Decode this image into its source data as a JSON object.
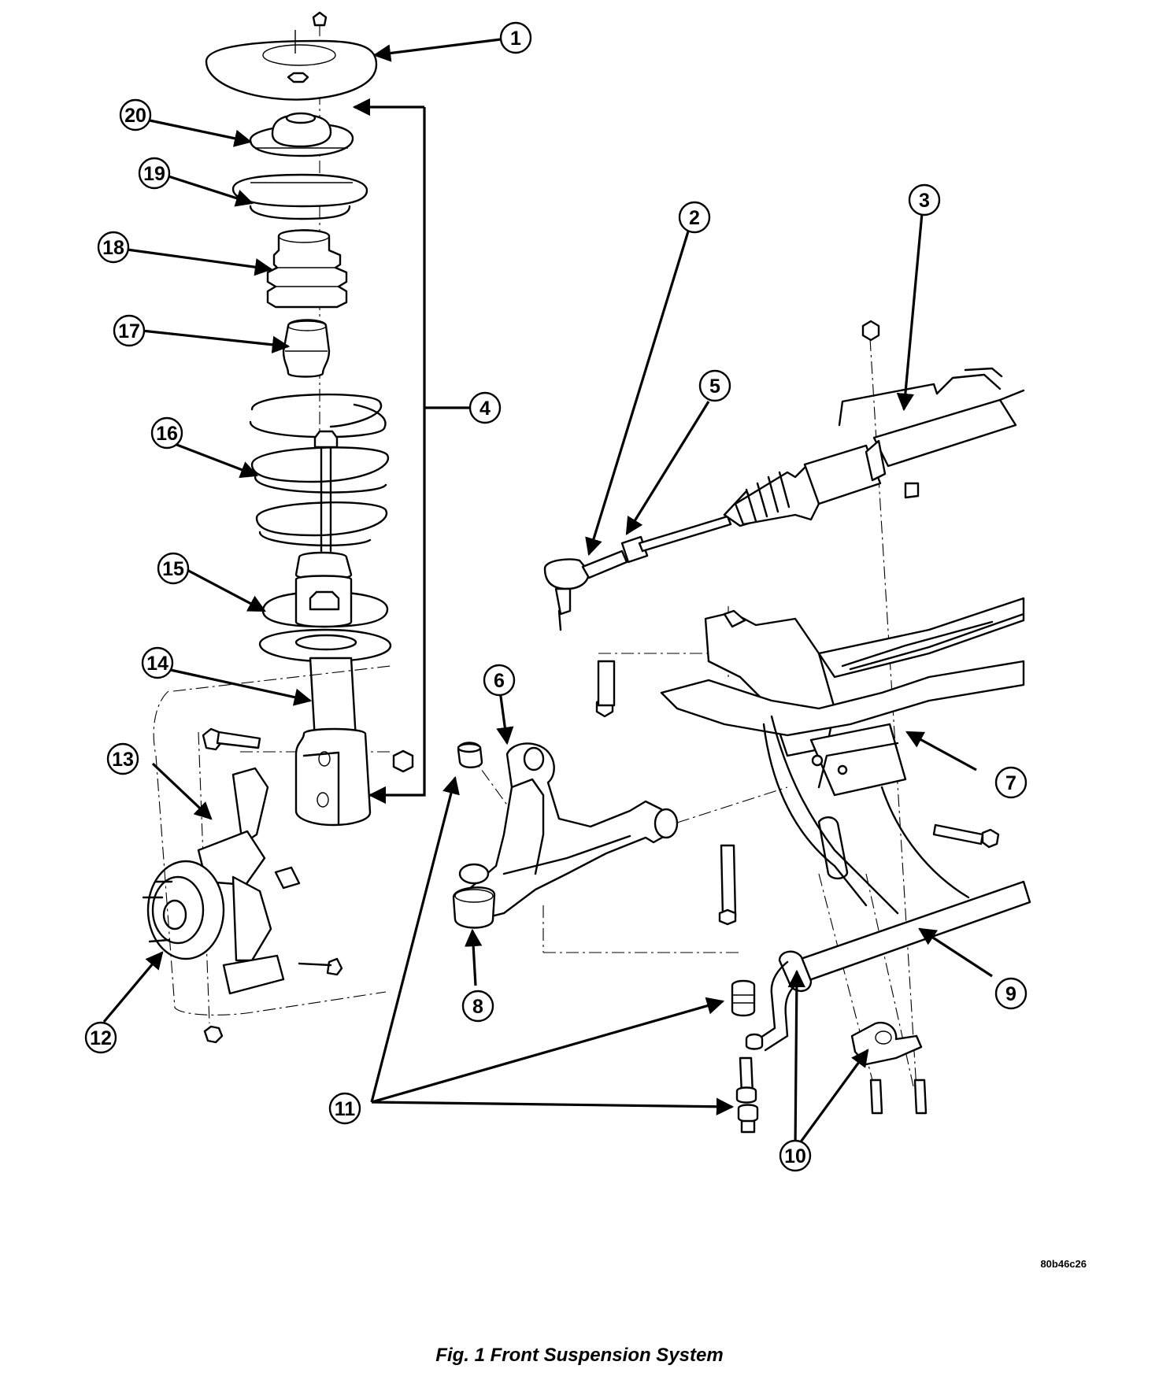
{
  "caption": "Fig. 1 Front Suspension System",
  "drawing_id": "80b46c26",
  "callouts": [
    "1",
    "2",
    "3",
    "4",
    "5",
    "6",
    "7",
    "8",
    "9",
    "10",
    "11",
    "12",
    "13",
    "14",
    "15",
    "16",
    "17",
    "18",
    "19",
    "20"
  ]
}
